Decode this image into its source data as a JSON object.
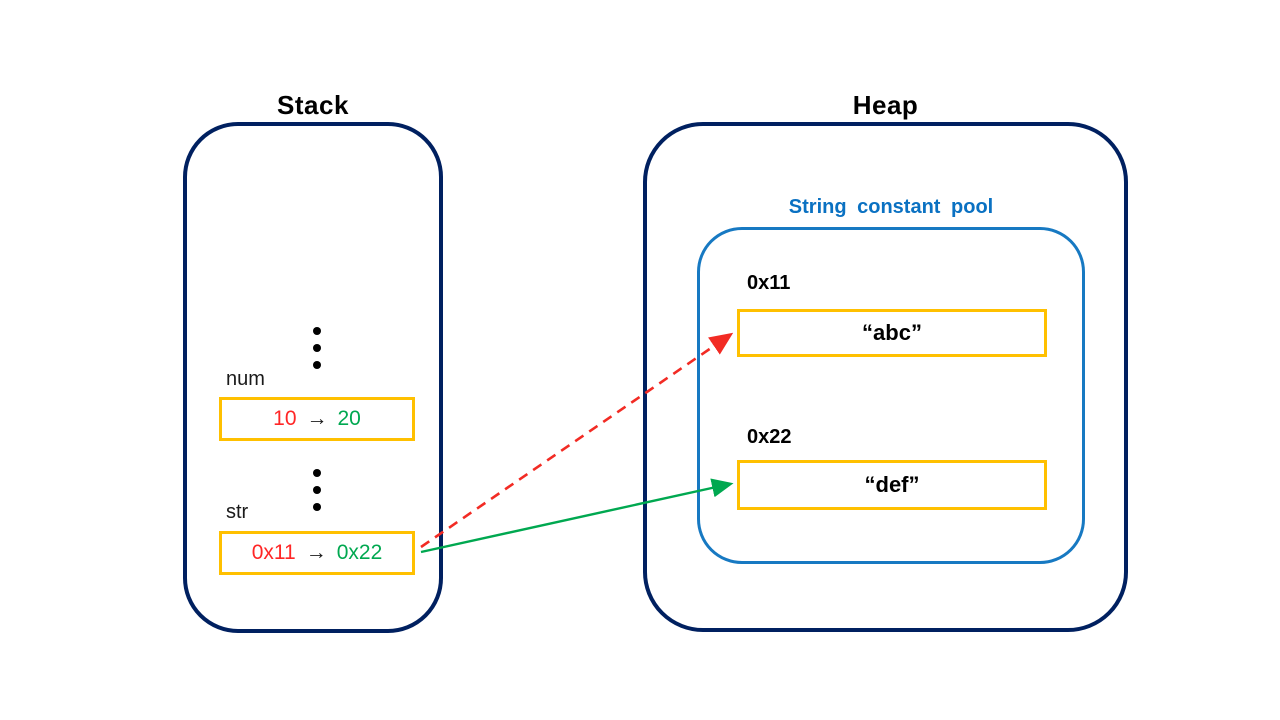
{
  "colors": {
    "container_border": "#002060",
    "pool_border": "#1779c2",
    "pool_title": "#0a71c2",
    "cell_border": "#ffc000",
    "old_value": "#ff2626",
    "new_value": "#00a850"
  },
  "stack": {
    "title": "Stack",
    "slots": [
      {
        "name": "num",
        "old": "10",
        "arrow": "→",
        "new": "20"
      },
      {
        "name": "str",
        "old": "0x11",
        "arrow": "→",
        "new": "0x22"
      }
    ]
  },
  "heap": {
    "title": "Heap",
    "pool": {
      "title": "String constant pool",
      "entries": [
        {
          "address": "0x11",
          "value": "“abc”"
        },
        {
          "address": "0x22",
          "value": "“def”"
        }
      ]
    }
  },
  "arrows": [
    {
      "name": "old-reference-arrow",
      "style": "dashed",
      "color": "#f22b24",
      "from": "str",
      "to": "0x11"
    },
    {
      "name": "new-reference-arrow",
      "style": "solid",
      "color": "#00a850",
      "from": "str",
      "to": "0x22"
    }
  ]
}
